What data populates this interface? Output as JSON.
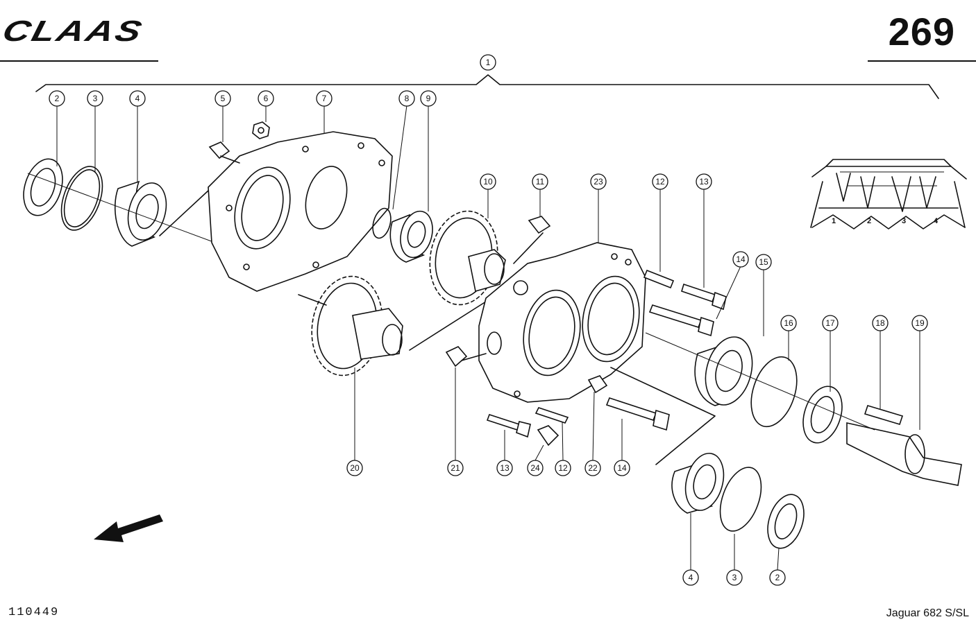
{
  "header": {
    "brand": "CLAAS",
    "page_number": "269"
  },
  "footer": {
    "drawing_number": "110449",
    "model": "Jaguar 682 S/SL"
  },
  "callouts": [
    "1",
    "2",
    "3",
    "4",
    "5",
    "6",
    "7",
    "8",
    "9",
    "10",
    "11",
    "23",
    "12",
    "13",
    "14",
    "15",
    "16",
    "17",
    "18",
    "19",
    "20",
    "21",
    "13",
    "24",
    "12",
    "22",
    "14",
    "4",
    "3",
    "2"
  ],
  "header_positions_label": [
    "1",
    "2",
    "3",
    "4"
  ]
}
